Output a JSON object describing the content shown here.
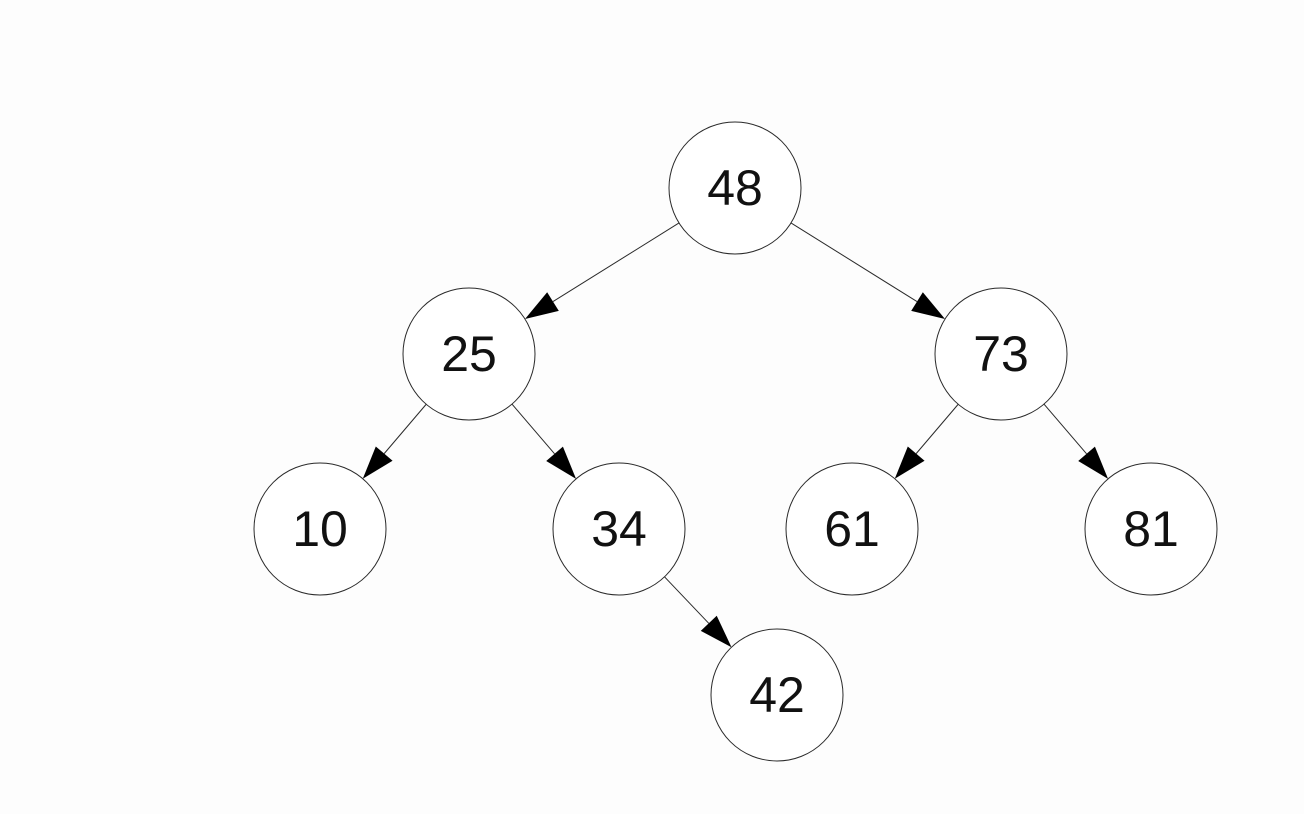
{
  "tree": {
    "nodes": [
      {
        "id": "n48",
        "label": "48"
      },
      {
        "id": "n25",
        "label": "25"
      },
      {
        "id": "n73",
        "label": "73"
      },
      {
        "id": "n10",
        "label": "10"
      },
      {
        "id": "n34",
        "label": "34"
      },
      {
        "id": "n61",
        "label": "61"
      },
      {
        "id": "n81",
        "label": "81"
      },
      {
        "id": "n42",
        "label": "42"
      }
    ],
    "edges": [
      {
        "from": "n48",
        "to": "n25"
      },
      {
        "from": "n48",
        "to": "n73"
      },
      {
        "from": "n25",
        "to": "n10"
      },
      {
        "from": "n25",
        "to": "n34"
      },
      {
        "from": "n73",
        "to": "n61"
      },
      {
        "from": "n73",
        "to": "n81"
      },
      {
        "from": "n34",
        "to": "n42"
      }
    ]
  }
}
